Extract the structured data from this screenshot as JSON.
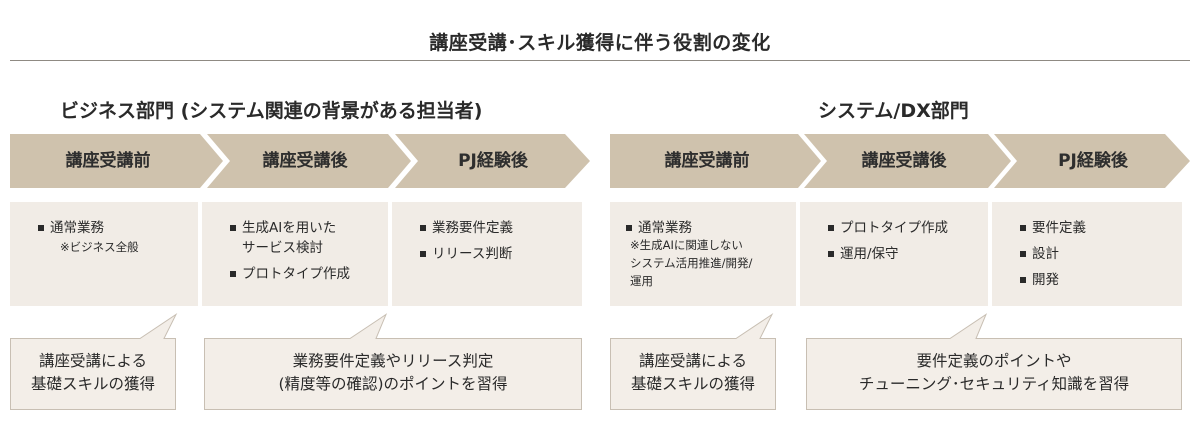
{
  "title": "講座受講･スキル獲得に伴う役割の変化",
  "left": {
    "heading": "ビジネス部門 (システム関連の背景がある担当者)",
    "stages": [
      "講座受講前",
      "講座受講後",
      "PJ経験後"
    ],
    "boxes": [
      {
        "items": [
          "通常業務"
        ],
        "note": "※ビジネス全般"
      },
      {
        "items": [
          "生成AIを用いた\nサービス検討",
          "プロトタイプ作成"
        ]
      },
      {
        "items": [
          "業務要件定義",
          "リリース判断"
        ]
      }
    ],
    "callouts": [
      {
        "lines": [
          "講座受講による",
          "基礎スキルの獲得"
        ]
      },
      {
        "lines": [
          "業務要件定義やリリース判定",
          "(精度等の確認)のポイントを習得"
        ]
      }
    ]
  },
  "right": {
    "heading": "システム/DX部門",
    "stages": [
      "講座受講前",
      "講座受講後",
      "PJ経験後"
    ],
    "boxes": [
      {
        "items": [
          "通常業務"
        ],
        "note": "※生成AIに関連しない\nシステム活用推進/開発/\n運用"
      },
      {
        "items": [
          "プロトタイプ作成",
          "運用/保守"
        ]
      },
      {
        "items": [
          "要件定義",
          "設計",
          "開発"
        ]
      }
    ],
    "callouts": [
      {
        "lines": [
          "講座受講による",
          "基礎スキルの獲得"
        ]
      },
      {
        "lines": [
          "要件定義のポイントや",
          "チューニング･セキュリティ知識を習得"
        ]
      }
    ]
  },
  "colors": {
    "arrow": "#cfc2ad",
    "box": "#f1ece6",
    "callout_fill": "#f3eee8",
    "callout_stroke": "#c8bfb3",
    "rule": "#8f8a83"
  }
}
